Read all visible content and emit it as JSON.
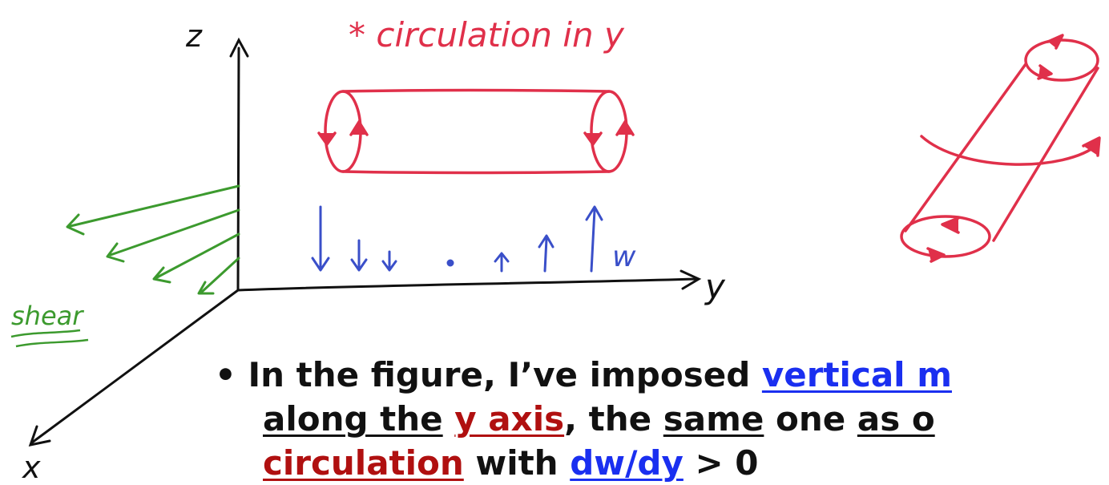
{
  "diagram": {
    "labels": {
      "z_axis": "z",
      "y_axis": "y",
      "x_axis": "x",
      "title_note": "* circulation in y",
      "w_label": "w",
      "shear_label": "shear"
    },
    "colors": {
      "axes": "#111111",
      "circulation": "#e0304a",
      "vertical_motion": "#3a4fc9",
      "shear": "#3c9a2e"
    }
  },
  "bullet": {
    "line1": {
      "prefix": "• In the figure, I’ve imposed ",
      "link": "vertical m"
    },
    "line2": {
      "t1": "along the",
      "t2": " ",
      "t3": "y axis",
      "t4": ", the ",
      "t5": "same",
      "t6": " one ",
      "t7": "as o"
    },
    "line3": {
      "t1": "circulation",
      "t2": " with ",
      "t3": "dw/dy",
      "t4": " > 0"
    }
  }
}
